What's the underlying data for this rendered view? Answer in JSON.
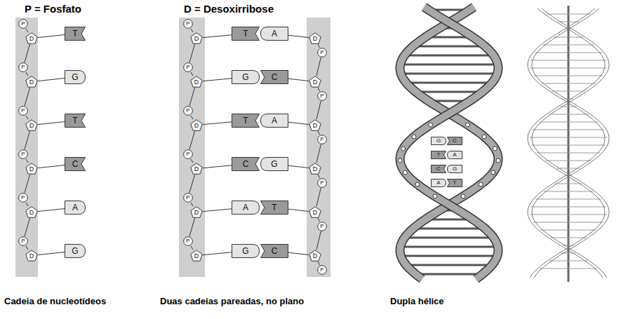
{
  "diagram": {
    "nodes": [
      {
        "text": [
          "P"
        ]
      },
      {
        "text": [
          "D"
        ]
      },
      {
        "text": [
          "T"
        ]
      },
      {
        "text": [
          "P"
        ]
      },
      {
        "text": [
          "D"
        ]
      },
      {
        "text": [
          "G"
        ]
      },
      {
        "text": [
          "P"
        ]
      },
      {
        "text": [
          "D"
        ]
      },
      {
        "text": [
          "T"
        ]
      },
      {
        "text": [
          "P"
        ]
      },
      {
        "text": [
          "D"
        ]
      },
      {
        "text": [
          "C"
        ]
      },
      {
        "text": [
          "P"
        ]
      },
      {
        "text": [
          "D"
        ]
      },
      {
        "text": [
          "A"
        ]
      },
      {
        "text": [
          "P"
        ]
      },
      {
        "text": [
          "D"
        ]
      },
      {
        "text": [
          "G"
        ]
      },
      {
        "text": [
          "P"
        ]
      },
      {
        "text": [
          "D"
        ]
      },
      {
        "text": [
          "T"
        ]
      },
      {
        "text": [
          "A"
        ]
      },
      {
        "text": [
          "D"
        ]
      },
      {
        "text": [
          "P"
        ]
      },
      {
        "text": [
          "P"
        ]
      },
      {
        "text": [
          "D"
        ]
      },
      {
        "text": [
          "G"
        ]
      },
      {
        "text": [
          "C"
        ]
      },
      {
        "text": [
          "D"
        ]
      },
      {
        "text": [
          "P"
        ]
      },
      {
        "text": [
          "P"
        ]
      },
      {
        "text": [
          "D"
        ]
      },
      {
        "text": [
          "T"
        ]
      },
      {
        "text": [
          "A"
        ]
      },
      {
        "text": [
          "D"
        ]
      },
      {
        "text": [
          "P"
        ]
      },
      {
        "text": [
          "P"
        ]
      },
      {
        "text": [
          "D"
        ]
      },
      {
        "text": [
          "C"
        ]
      },
      {
        "text": [
          "G"
        ]
      },
      {
        "text": [
          "D"
        ]
      },
      {
        "text": [
          "P"
        ]
      },
      {
        "text": [
          "P"
        ]
      },
      {
        "text": [
          "D"
        ]
      },
      {
        "text": [
          "A"
        ]
      },
      {
        "text": [
          "T"
        ]
      },
      {
        "text": [
          "D"
        ]
      },
      {
        "text": [
          "P"
        ]
      },
      {
        "text": [
          "P"
        ]
      },
      {
        "text": [
          "D"
        ]
      },
      {
        "text": [
          "G"
        ]
      },
      {
        "text": [
          "C"
        ]
      },
      {
        "text": [
          "D"
        ]
      },
      {
        "text": [
          "P"
        ]
      },
      {
        "text": [
          "G"
        ]
      },
      {
        "text": [
          "C"
        ]
      },
      {
        "text": [
          "T"
        ]
      },
      {
        "text": [
          "A"
        ]
      },
      {
        "text": [
          "C"
        ]
      },
      {
        "text": [
          "G"
        ]
      },
      {
        "text": [
          "A"
        ]
      },
      {
        "text": [
          "T"
        ]
      }
    ],
    "edges": [
      {
        "from": 0,
        "to": 1,
        "arrow": "none"
      },
      {
        "from": 1,
        "to": 2,
        "arrow": "none"
      },
      {
        "from": 1,
        "to": 3,
        "arrow": "none"
      },
      {
        "from": 3,
        "to": 4,
        "arrow": "none"
      },
      {
        "from": 4,
        "to": 5,
        "arrow": "none"
      },
      {
        "from": 4,
        "to": 6,
        "arrow": "none"
      },
      {
        "from": 6,
        "to": 7,
        "arrow": "none"
      },
      {
        "from": 7,
        "to": 8,
        "arrow": "none"
      },
      {
        "from": 7,
        "to": 9,
        "arrow": "none"
      },
      {
        "from": 9,
        "to": 10,
        "arrow": "none"
      },
      {
        "from": 10,
        "to": 11,
        "arrow": "none"
      },
      {
        "from": 10,
        "to": 12,
        "arrow": "none"
      },
      {
        "from": 12,
        "to": 13,
        "arrow": "none"
      },
      {
        "from": 13,
        "to": 14,
        "arrow": "none"
      },
      {
        "from": 13,
        "to": 15,
        "arrow": "none"
      },
      {
        "from": 15,
        "to": 16,
        "arrow": "none"
      },
      {
        "from": 16,
        "to": 17,
        "arrow": "none"
      },
      {
        "from": 18,
        "to": 19,
        "arrow": "none"
      },
      {
        "from": 19,
        "to": 20,
        "arrow": "none"
      },
      {
        "from": 19,
        "to": 24,
        "arrow": "none"
      },
      {
        "from": 22,
        "to": 21,
        "arrow": "none"
      },
      {
        "from": 22,
        "to": 23,
        "arrow": "none"
      },
      {
        "from": 23,
        "to": 28,
        "arrow": "none"
      },
      {
        "from": 24,
        "to": 25,
        "arrow": "none"
      },
      {
        "from": 25,
        "to": 26,
        "arrow": "none"
      },
      {
        "from": 25,
        "to": 30,
        "arrow": "none"
      },
      {
        "from": 28,
        "to": 27,
        "arrow": "none"
      },
      {
        "from": 28,
        "to": 29,
        "arrow": "none"
      },
      {
        "from": 29,
        "to": 34,
        "arrow": "none"
      },
      {
        "from": 30,
        "to": 31,
        "arrow": "none"
      },
      {
        "from": 31,
        "to": 32,
        "arrow": "none"
      },
      {
        "from": 31,
        "to": 36,
        "arrow": "none"
      },
      {
        "from": 34,
        "to": 33,
        "arrow": "none"
      },
      {
        "from": 34,
        "to": 35,
        "arrow": "none"
      },
      {
        "from": 35,
        "to": 40,
        "arrow": "none"
      },
      {
        "from": 36,
        "to": 37,
        "arrow": "none"
      },
      {
        "from": 37,
        "to": 38,
        "arrow": "none"
      },
      {
        "from": 37,
        "to": 42,
        "arrow": "none"
      },
      {
        "from": 40,
        "to": 39,
        "arrow": "none"
      },
      {
        "from": 40,
        "to": 41,
        "arrow": "none"
      },
      {
        "from": 41,
        "to": 46,
        "arrow": "none"
      },
      {
        "from": 42,
        "to": 43,
        "arrow": "none"
      },
      {
        "from": 43,
        "to": 44,
        "arrow": "none"
      },
      {
        "from": 43,
        "to": 48,
        "arrow": "none"
      },
      {
        "from": 46,
        "to": 45,
        "arrow": "none"
      },
      {
        "from": 46,
        "to": 47,
        "arrow": "none"
      },
      {
        "from": 47,
        "to": 52,
        "arrow": "none"
      },
      {
        "from": 48,
        "to": 49,
        "arrow": "none"
      },
      {
        "from": 49,
        "to": 50,
        "arrow": "none"
      },
      {
        "from": 52,
        "to": 51,
        "arrow": "none"
      },
      {
        "from": 52,
        "to": 53,
        "arrow": "none"
      }
    ],
    "labels": [
      "P = Fosfato",
      "D = Desoxirribose",
      "Cadeia de nucleotídeos",
      "Duas cadeias pareadas, no plano",
      "Dupla hélice"
    ]
  }
}
